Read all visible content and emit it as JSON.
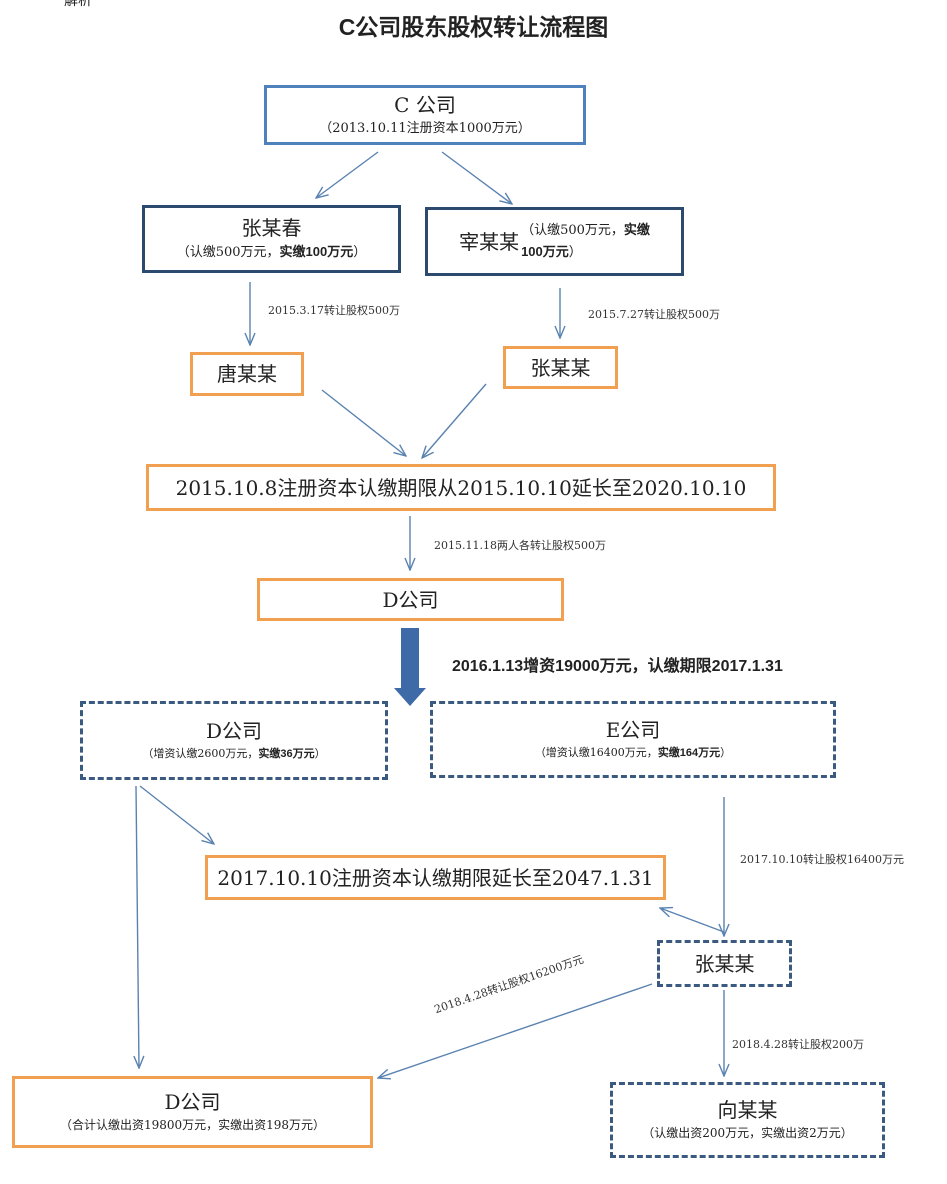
{
  "corner_text": "解析",
  "title": "C公司股东股权转让流程图",
  "nodes": {
    "c_company": {
      "name": "C 公司",
      "sub": "（2013.10.11注册资本1000万元）"
    },
    "zhang_chun": {
      "name": "张某春",
      "sub_prefix": "（认缴500万元，",
      "sub_bold": "实缴100万元",
      "sub_suffix": "）"
    },
    "xing": {
      "name": "宰某某",
      "sub_prefix": "（认缴500万元，",
      "sub_bold_1": "实缴",
      "sub_bold_2": "100万元",
      "sub_suffix": "）"
    },
    "tang": {
      "name": "唐某某"
    },
    "zhang_1": {
      "name": "张某某"
    },
    "extend_1": {
      "name": "2015.10.8注册资本认缴期限从2015.10.10延长至2020.10.10"
    },
    "d_company_1": {
      "name": "D公司"
    },
    "d_company_2": {
      "name": "D公司",
      "sub_prefix": "（增资认缴2600万元，",
      "sub_bold": "实缴36万元",
      "sub_suffix": "）"
    },
    "e_company": {
      "name": "E公司",
      "sub_prefix": "（增资认缴16400万元，",
      "sub_bold": "实缴164万元",
      "sub_suffix": "）"
    },
    "extend_2": {
      "name": "2017.10.10注册资本认缴期限延长至2047.1.31"
    },
    "zhang_2": {
      "name": "张某某"
    },
    "d_company_3": {
      "name": "D公司",
      "sub": "（合计认缴出资19800万元，实缴出资198万元）"
    },
    "xiang": {
      "name": "向某某",
      "sub": "（认缴出资200万元，实缴出资2万元）"
    }
  },
  "edge_labels": {
    "e1": "2015.3.17转让股权500万",
    "e2": "2015.7.27转让股权500万",
    "e3": "2015.11.18两人各转让股权500万",
    "e4": "2016.1.13增资19000万元，认缴期限2017.1.31",
    "e5": "2017.10.10转让股权16400万元",
    "e6": "2018.4.28转让股权16200万元",
    "e7": "2018.4.28转让股权200万"
  },
  "colors": {
    "blue_border": "#4f81bd",
    "navy_border": "#2c4a6e",
    "orange_border": "#f0a050",
    "arrow": "#5a82b0",
    "big_arrow": "#3f6aa8"
  }
}
